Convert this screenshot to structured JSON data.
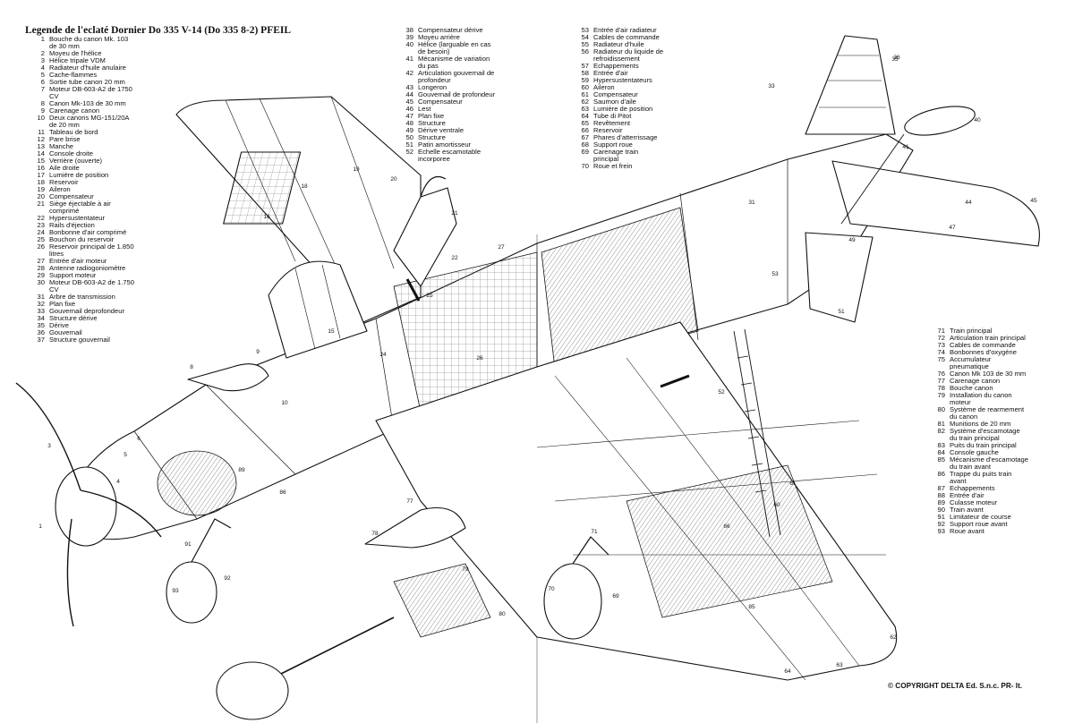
{
  "legend_title": "Legende de l'eclaté Dornier Do 335 V-14 (Do 335 8-2) PFEIL",
  "legend_columns": [
    [
      {
        "n": "1",
        "t": "Bouche du canon Mk. 103 de 30 mm"
      },
      {
        "n": "2",
        "t": "Moyeu de l'hélice"
      },
      {
        "n": "3",
        "t": "Hélice tripale VDM"
      },
      {
        "n": "4",
        "t": "Radiateur d'huile anulaire"
      },
      {
        "n": "5",
        "t": "Cache-flammes"
      },
      {
        "n": "6",
        "t": "Sortie tube canon 20 mm"
      },
      {
        "n": "7",
        "t": "Moteur DB-603-A2 de 1750 CV"
      },
      {
        "n": "8",
        "t": "Canon Mk-103 de 30 mm"
      },
      {
        "n": "9",
        "t": "Carenage canon"
      },
      {
        "n": "10",
        "t": "Deux canons MG-151/20A de 20 mm"
      },
      {
        "n": "11",
        "t": "Tableau de bord"
      },
      {
        "n": "12",
        "t": "Pare brise"
      },
      {
        "n": "13",
        "t": "Manche"
      },
      {
        "n": "14",
        "t": "Console droite"
      },
      {
        "n": "15",
        "t": "Verrière (ouverte)"
      },
      {
        "n": "16",
        "t": "Aile droite"
      },
      {
        "n": "17",
        "t": "Lumière de position"
      },
      {
        "n": "18",
        "t": "Reservoir"
      },
      {
        "n": "19",
        "t": "Aileron"
      },
      {
        "n": "20",
        "t": "Compensateur"
      },
      {
        "n": "21",
        "t": "Siège éjectable à air comprimé"
      },
      {
        "n": "22",
        "t": "Hypersustentateur"
      },
      {
        "n": "23",
        "t": "Rails d'éjection"
      },
      {
        "n": "24",
        "t": "Bonbonne d'air comprimé"
      },
      {
        "n": "25",
        "t": "Bouchon du reservoir"
      },
      {
        "n": "26",
        "t": "Reservoir principal de 1.850 litres"
      },
      {
        "n": "27",
        "t": "Entrée d'air moteur"
      },
      {
        "n": "28",
        "t": "Antenne radiogoniomètre"
      },
      {
        "n": "29",
        "t": "Support moteur"
      },
      {
        "n": "30",
        "t": "Moteur DB-603-A2 de 1.750 CV"
      },
      {
        "n": "31",
        "t": "Arbre de transmission"
      },
      {
        "n": "32",
        "t": "Plan fixe"
      },
      {
        "n": "33",
        "t": "Gouvernail deprofondeur"
      },
      {
        "n": "34",
        "t": "Structure dérive"
      },
      {
        "n": "35",
        "t": "Dérive"
      },
      {
        "n": "36",
        "t": "Gouvernail"
      },
      {
        "n": "37",
        "t": "Structure gouvernail"
      }
    ],
    [
      {
        "n": "38",
        "t": "Compensateur dérive"
      },
      {
        "n": "39",
        "t": "Moyeu arrière"
      },
      {
        "n": "40",
        "t": "Hélice (larguable en cas de besoin)"
      },
      {
        "n": "41",
        "t": "Mécanisme de variation du pas"
      },
      {
        "n": "42",
        "t": "Articulation gouvernail de profondeur"
      },
      {
        "n": "43",
        "t": "Longeron"
      },
      {
        "n": "44",
        "t": "Gouvernail de profondeur"
      },
      {
        "n": "45",
        "t": "Compensateur"
      },
      {
        "n": "46",
        "t": "Lest"
      },
      {
        "n": "47",
        "t": "Plan fixe"
      },
      {
        "n": "48",
        "t": "Structure"
      },
      {
        "n": "49",
        "t": "Dérive ventrale"
      },
      {
        "n": "50",
        "t": "Structure"
      },
      {
        "n": "51",
        "t": "Patin amortisseur"
      },
      {
        "n": "52",
        "t": "Echelle escamotable incorporee"
      }
    ],
    [
      {
        "n": "53",
        "t": "Entrée d'air radiateur"
      },
      {
        "n": "54",
        "t": "Cables de commande"
      },
      {
        "n": "55",
        "t": "Radiateur d'huile"
      },
      {
        "n": "56",
        "t": "Radiateur du liquide de refroidissement"
      },
      {
        "n": "57",
        "t": "Echappements"
      },
      {
        "n": "58",
        "t": "Entrée d'air"
      },
      {
        "n": "59",
        "t": "Hypersustentateurs"
      },
      {
        "n": "60",
        "t": "Aileron"
      },
      {
        "n": "61",
        "t": "Compensateur"
      },
      {
        "n": "62",
        "t": "Saumon d'aile"
      },
      {
        "n": "63",
        "t": "Lumière de position"
      },
      {
        "n": "64",
        "t": "Tube di Pitot"
      },
      {
        "n": "65",
        "t": "Revêtement"
      },
      {
        "n": "66",
        "t": "Reservoir"
      },
      {
        "n": "67",
        "t": "Phares d'atterrissage"
      },
      {
        "n": "68",
        "t": "Support roue"
      },
      {
        "n": "69",
        "t": "Carenage train principal"
      },
      {
        "n": "70",
        "t": "Roue et frein"
      }
    ],
    [
      {
        "n": "71",
        "t": "Train principal"
      },
      {
        "n": "72",
        "t": "Articulation train principal"
      },
      {
        "n": "73",
        "t": "Cables de commande"
      },
      {
        "n": "74",
        "t": "Bonbonnes d'oxygène"
      },
      {
        "n": "75",
        "t": "Accumulateur pneumatique"
      },
      {
        "n": "76",
        "t": "Canon Mk 103 de 30 mm"
      },
      {
        "n": "77",
        "t": "Carenage canon"
      },
      {
        "n": "78",
        "t": "Bouche canon"
      },
      {
        "n": "79",
        "t": "Installation du canon moteur"
      },
      {
        "n": "80",
        "t": "Système de rearmement du canon"
      },
      {
        "n": "81",
        "t": "Munitions de 20 mm"
      },
      {
        "n": "82",
        "t": "Système d'escamotage du train principal"
      },
      {
        "n": "83",
        "t": "Puits du train principal"
      },
      {
        "n": "84",
        "t": "Console gauche"
      },
      {
        "n": "85",
        "t": "Mécanisme d'escamotage du train avant"
      },
      {
        "n": "86",
        "t": "Trappe du puits train avant"
      },
      {
        "n": "87",
        "t": "Echappements"
      },
      {
        "n": "88",
        "t": "Entrée d'air"
      },
      {
        "n": "89",
        "t": "Culasse moteur"
      },
      {
        "n": "90",
        "t": "Train avant"
      },
      {
        "n": "91",
        "t": "Limitateur de course"
      },
      {
        "n": "92",
        "t": "Support roue avant"
      },
      {
        "n": "93",
        "t": "Roue avant"
      }
    ]
  ],
  "copyright": "© COPYRIGHT DELTA Ed. S.n.c. PR- It.",
  "callouts": [
    {
      "label": "1"
    },
    {
      "label": "3"
    },
    {
      "label": "4"
    },
    {
      "label": "5"
    },
    {
      "label": "6"
    },
    {
      "label": "8"
    },
    {
      "label": "9"
    },
    {
      "label": "10"
    },
    {
      "label": "15"
    },
    {
      "label": "16"
    },
    {
      "label": "18"
    },
    {
      "label": "19"
    },
    {
      "label": "20"
    },
    {
      "label": "21"
    },
    {
      "label": "22"
    },
    {
      "label": "24"
    },
    {
      "label": "25"
    },
    {
      "label": "26"
    },
    {
      "label": "27"
    },
    {
      "label": "31"
    },
    {
      "label": "33"
    },
    {
      "label": "35"
    },
    {
      "label": "36"
    },
    {
      "label": "40"
    },
    {
      "label": "41"
    },
    {
      "label": "44"
    },
    {
      "label": "45"
    },
    {
      "label": "47"
    },
    {
      "label": "49"
    },
    {
      "label": "51"
    },
    {
      "label": "52"
    },
    {
      "label": "53"
    },
    {
      "label": "60"
    },
    {
      "label": "61"
    },
    {
      "label": "62"
    },
    {
      "label": "63"
    },
    {
      "label": "64"
    },
    {
      "label": "66"
    },
    {
      "label": "69"
    },
    {
      "label": "70"
    },
    {
      "label": "71"
    },
    {
      "label": "77"
    },
    {
      "label": "78"
    },
    {
      "label": "79"
    },
    {
      "label": "80"
    },
    {
      "label": "85"
    },
    {
      "label": "86"
    },
    {
      "label": "89"
    },
    {
      "label": "91"
    },
    {
      "label": "92"
    },
    {
      "label": "93"
    }
  ],
  "colors": {
    "ink": "#111111",
    "paper": "#ffffff",
    "hatch": "#9a9a9a"
  }
}
